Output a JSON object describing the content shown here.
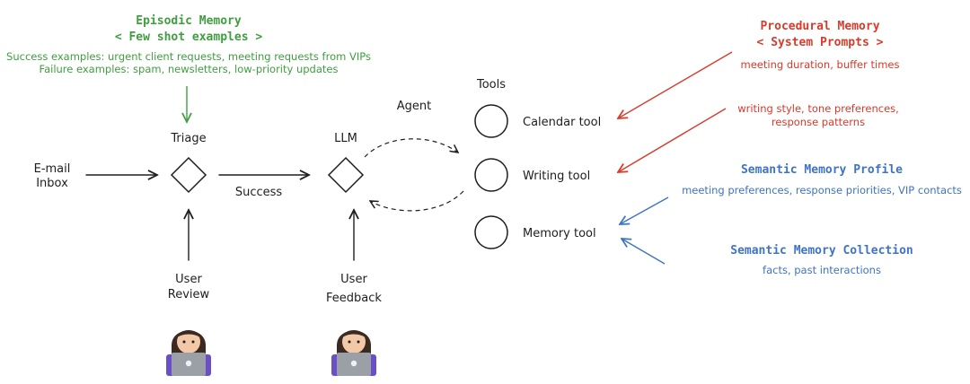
{
  "episodic": {
    "title": "Episodic Memory",
    "subtitle": "< Few shot examples >",
    "success": "Success examples: urgent client requests, meeting requests from VIPs",
    "failure": "Failure examples: spam, newsletters, low-priority updates"
  },
  "inbox": {
    "line1": "E-mail",
    "line2": "Inbox"
  },
  "triage": {
    "label": "Triage"
  },
  "success_edge": {
    "label": "Success"
  },
  "llm": {
    "label": "LLM"
  },
  "agent": {
    "label": "Agent"
  },
  "tools": {
    "header": "Tools",
    "items": [
      {
        "label": "Calendar tool"
      },
      {
        "label": "Writing tool"
      },
      {
        "label": "Memory tool"
      }
    ]
  },
  "user_review": {
    "line1": "User",
    "line2": "Review"
  },
  "user_feedback": {
    "line1": "User",
    "line2": "Feedback"
  },
  "procedural": {
    "title": "Procedural Memory",
    "subtitle": "< System Prompts >",
    "item1": "meeting duration, buffer times",
    "item2_line1": "writing style, tone preferences,",
    "item2_line2": "response patterns"
  },
  "semantic_profile": {
    "title": "Semantic Memory Profile",
    "detail": "meeting preferences, response priorities, VIP contacts"
  },
  "semantic_collection": {
    "title": "Semantic Memory Collection",
    "detail": "facts, past interactions"
  },
  "colors": {
    "green": "#3f9e3f",
    "red": "#d93a2b",
    "blue": "#3f73c6",
    "ink": "#1e1e1e"
  },
  "icons": {
    "user": "person-with-laptop-icon"
  }
}
